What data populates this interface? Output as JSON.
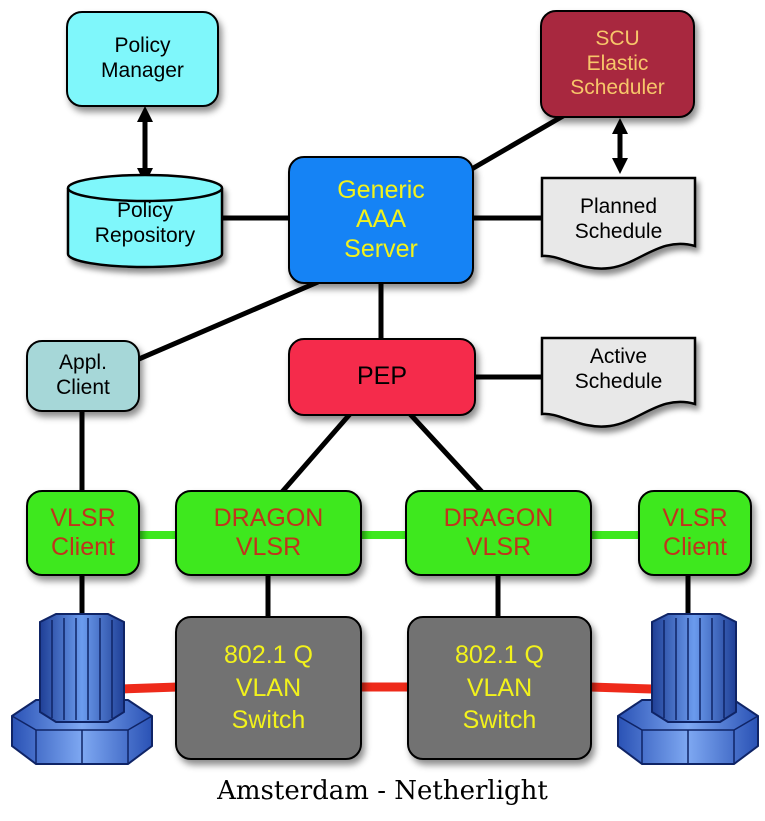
{
  "nodes": {
    "policy_manager": "Policy\nManager",
    "policy_repository": "Policy\nRepository",
    "scu_scheduler": "SCU\nElastic\nScheduler",
    "aaa_server": "Generic\nAAA\nServer",
    "planned_schedule": "Planned\nSchedule",
    "appl_client": "Appl.\nClient",
    "pep": "PEP",
    "active_schedule": "Active\nSchedule",
    "vlsr_client_left": "VLSR\nClient",
    "dragon_vlsr_left": "DRAGON\nVLSR",
    "dragon_vlsr_right": "DRAGON\nVLSR",
    "vlsr_client_right": "VLSR\nClient",
    "vlan_switch_left": "802.1 Q\nVLAN\nSwitch",
    "vlan_switch_right": "802.1 Q\nVLAN\nSwitch"
  },
  "caption": "Amsterdam - Netherlight",
  "colors": {
    "cyan": "#7ff7fb",
    "maroon": "#a8283f",
    "blue": "#1583f5",
    "grey_doc": "#e8e8e8",
    "pale_teal": "#a6d7d8",
    "red": "#f52b4b",
    "green": "#3ee81e",
    "dark_grey": "#727272",
    "text_red": "#c0341c",
    "text_yellow": "#f2f21c",
    "text_peach": "#f7c66a",
    "link_green": "#3ee81e",
    "link_red": "#ee2a1a"
  },
  "icons": [
    "server-cluster-icon",
    "server-cluster-icon"
  ]
}
